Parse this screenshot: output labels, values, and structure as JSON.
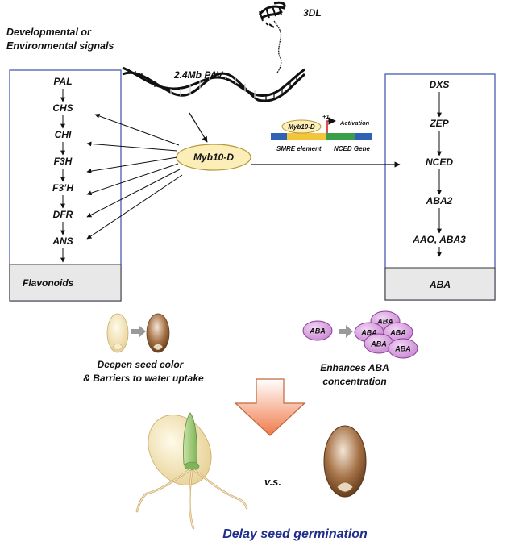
{
  "signals": {
    "line1": "Developmental or",
    "line2": "Environmental signals"
  },
  "chromosome": {
    "label": "3DL"
  },
  "pav": {
    "label": "2.4Mb PAV"
  },
  "myb": {
    "label": "Myb10-D"
  },
  "flavonoid_pathway": {
    "genes": [
      "PAL",
      "CHS",
      "CHI",
      "F3H",
      "F3’H",
      "DFR",
      "ANS"
    ],
    "product": "Flavonoids"
  },
  "aba_pathway": {
    "genes": [
      "DXS",
      "ZEP",
      "NCED",
      "ABA2",
      "AAO, ABA3"
    ],
    "product": "ABA"
  },
  "promoter": {
    "myb_label": "Myb10-D",
    "tss_label": "+1",
    "activation_label": "Activation",
    "smre_label": "SMRE element",
    "nced_label": "NCED Gene"
  },
  "seed_effect": {
    "line1": "Deepen seed color",
    "line2": "& Barriers  to water uptake"
  },
  "aba_effect": {
    "molecule_label": "ABA",
    "line1": "Enhances ABA",
    "line2": "concentration"
  },
  "comparison": {
    "vs_label": "v.s."
  },
  "conclusion": {
    "label": "Delay seed germination"
  },
  "colors": {
    "box_border": "#4a5bb5",
    "product_fill": "#e8e8e8",
    "myb_fill": "#fbeeb8",
    "myb_border": "#b89a3c",
    "aba_fill": "#d9a6e0",
    "aba_border": "#8a3f98",
    "conclusion": "#1f2f8a",
    "seed_brown": "#8a5a32",
    "big_arrow": "#f07a4a"
  }
}
